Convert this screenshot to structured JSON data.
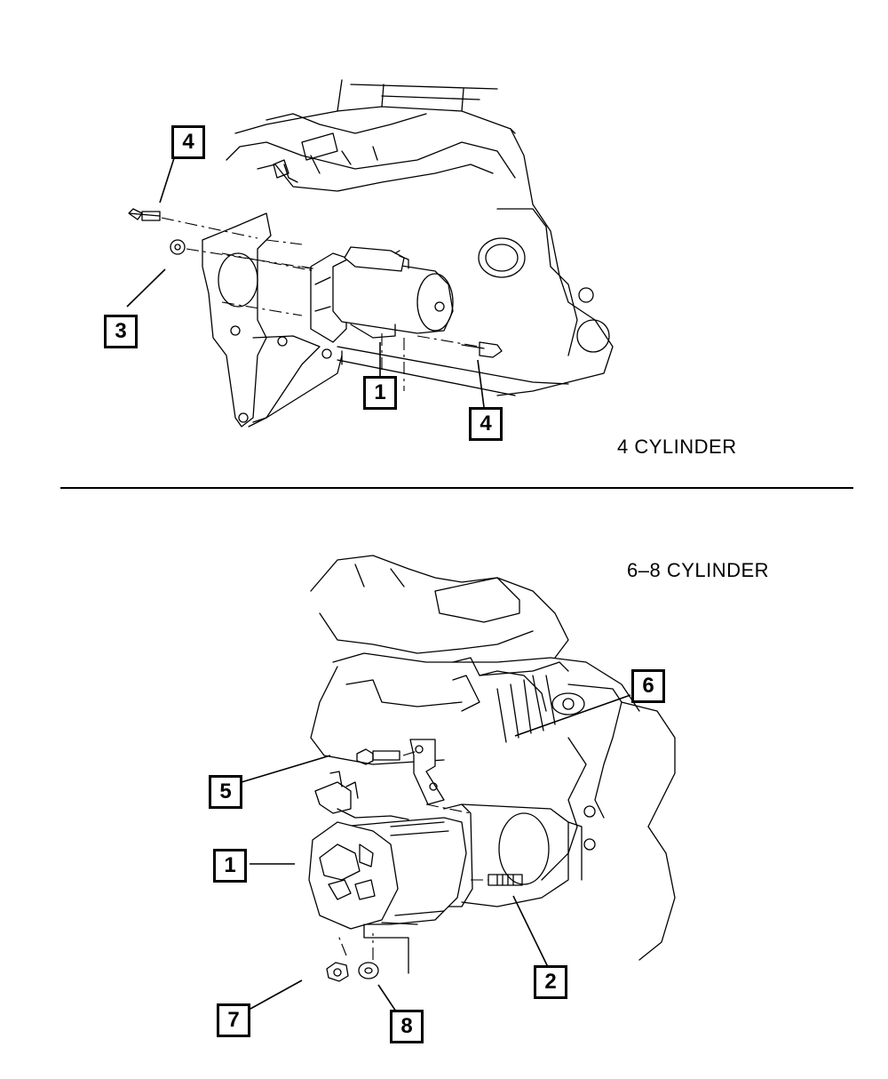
{
  "sections": {
    "top_label": "4  CYLINDER",
    "bottom_label": "6–8  CYLINDER"
  },
  "callouts": {
    "top": [
      "4",
      "3",
      "1",
      "4"
    ],
    "bottom": [
      "6",
      "5",
      "1",
      "2",
      "7",
      "8"
    ]
  }
}
